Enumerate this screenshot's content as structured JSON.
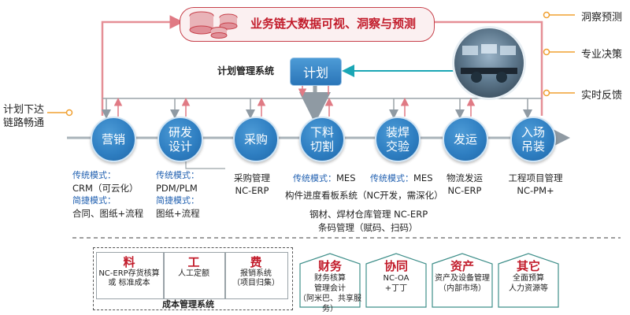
{
  "banner": {
    "title": "业务链大数据可视、洞察与预测"
  },
  "plan": {
    "system_label": "计划管理系统",
    "node_label": "计划"
  },
  "left_label": {
    "line1": "计划下达",
    "line2": "链路畅通"
  },
  "right_labels": [
    "洞察预测",
    "专业决策",
    "实时反馈"
  ],
  "nodes": [
    {
      "label": "营销"
    },
    {
      "label": "研发\n设计"
    },
    {
      "label": "采购"
    },
    {
      "label": "下料\n切割"
    },
    {
      "label": "装焊\n交验"
    },
    {
      "label": "发运"
    },
    {
      "label": "入场\n吊装"
    }
  ],
  "descriptions": {
    "marketing": {
      "mode1": "传统模式：",
      "text1": "CRM（可云化）",
      "mode2": "简捷模式：",
      "text2": "合同、图纸+流程"
    },
    "rd": {
      "mode1": "传统模式：",
      "text1": "PDM/PLM",
      "mode2": "简捷模式：",
      "text2": "图纸+流程"
    },
    "purchase": {
      "line1": "采购管理",
      "line2": "NC-ERP"
    },
    "cutting": {
      "mode1": "传统模式：",
      "text1": "MES"
    },
    "welding": {
      "mode1": "传统模式：",
      "text1": "MES"
    },
    "progress": "构件进度看板系统（NC开发，需深化）",
    "warehouse": "钢材、焊材仓库管理  NC-ERP",
    "barcode": "条码管理（赋码、扫码）",
    "shipping": {
      "line1": "物流发运",
      "line2": "NC-ERP"
    },
    "project": {
      "line1": "工程项目管理",
      "line2": "NC-PM+"
    }
  },
  "cost": {
    "system_label": "成本管理系统",
    "items": [
      {
        "title": "料",
        "line1": "NC-ERP存货核算",
        "line2": "或 标准成本"
      },
      {
        "title": "工",
        "line1": "人工定额",
        "line2": ""
      },
      {
        "title": "费",
        "line1": "报销系统",
        "line2": "（项目归集）"
      }
    ]
  },
  "modules": [
    {
      "title": "财务",
      "line1": "财务核算",
      "line2": "管理会计",
      "line3": "（阿米巴、共享服务）"
    },
    {
      "title": "协同",
      "line1": "NC-OA",
      "line2": "+丁丁",
      "line3": ""
    },
    {
      "title": "资产",
      "line1": "资产及设备管理",
      "line2": "（内部市场）",
      "line3": ""
    },
    {
      "title": "其它",
      "line1": "全面预算",
      "line2": "人力资源等",
      "line3": ""
    }
  ],
  "colors": {
    "node_blue": "#2f7fc2",
    "accent_red": "#c21c2b",
    "feedback_pink": "#e58f96",
    "plan_teal": "#1aa6b5",
    "marker_orange": "#f0a030"
  }
}
